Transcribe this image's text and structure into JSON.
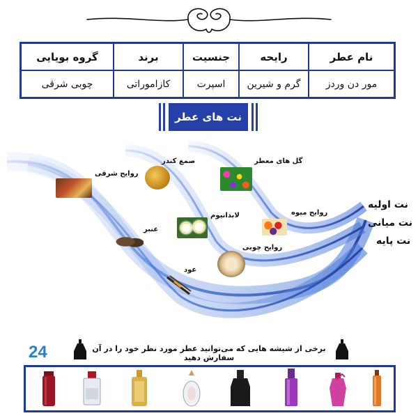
{
  "info_table": {
    "headers": [
      "نام عطر",
      "رایحه",
      "جنسیت",
      "برند",
      "گروه بویایی"
    ],
    "values": [
      "مور دن وردز",
      "گرم و شیرین",
      "اسپرت",
      "کازاموراتی",
      "چوبی شرقی"
    ]
  },
  "notes_banner": "نت های عطر",
  "pyramid": {
    "tiers": [
      "نت اولیه",
      "نت میانی",
      "نت پایه"
    ],
    "ingredients": {
      "oriental": "روایح شرقی",
      "frankincense": "صمغ کندر",
      "flowers": "گل های معطر",
      "fruits": "روایح میوه",
      "labdanum": "لابدانیوم",
      "amber": "عنبر",
      "woody": "روایح چوبی",
      "oud": "عود"
    }
  },
  "footer": {
    "text": "برخی از شیشه هایی که می‌توانید عطر مورد نظر خود را در آن سفارش دهید",
    "logo_text": "24",
    "bottles": [
      "bottle-1",
      "bottle-2",
      "bottle-3",
      "bottle-4",
      "bottle-5",
      "bottle-6",
      "bottle-7",
      "bottle-8"
    ]
  },
  "colors": {
    "accent": "#1f3a9c",
    "banner": "#2541a7",
    "swoosh": "#4a78d8",
    "logo_orange": "#f39a1e",
    "logo_blue": "#2a7fd4"
  }
}
